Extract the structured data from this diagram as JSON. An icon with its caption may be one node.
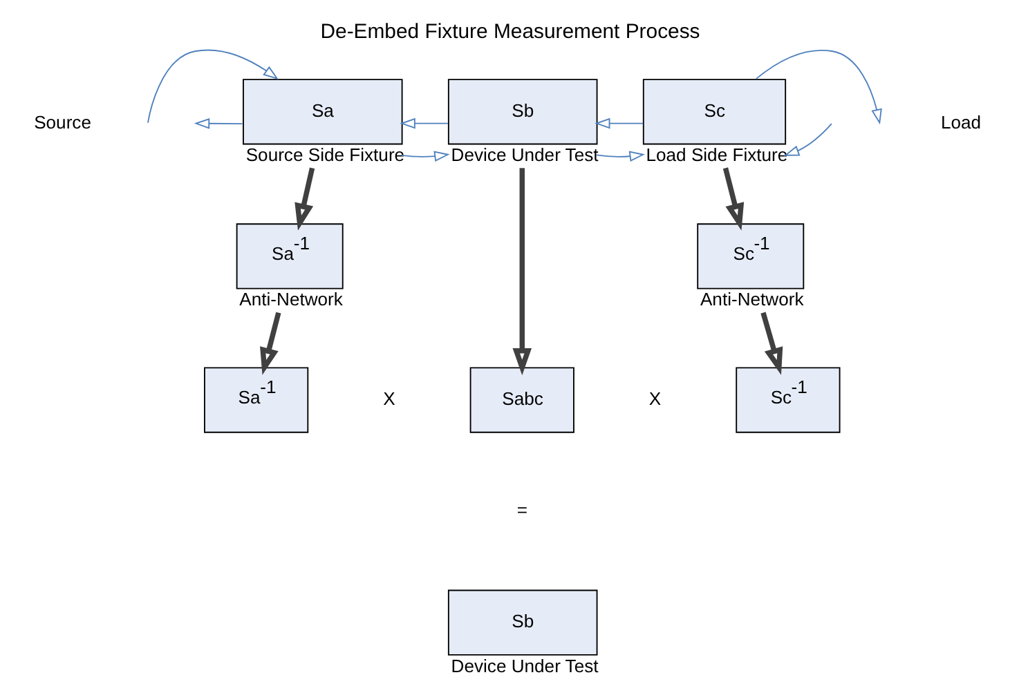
{
  "diagram": {
    "title": "De-Embed Fixture Measurement Process",
    "nodes": [
      {
        "text": [
          "Sa"
        ],
        "beside": [
          "Source Side Fixture"
        ]
      },
      {
        "text": [
          "Sb"
        ],
        "beside": [
          "Device Under Test"
        ]
      },
      {
        "text": [
          "Sc"
        ],
        "beside": [
          "Load Side Fixture"
        ]
      },
      {
        "text": [
          "Sa$^{-1}$"
        ],
        "beside": [
          "Anti-Network"
        ]
      },
      {
        "text": [
          "Sc$^{-1}$"
        ],
        "beside": [
          "Anti-Network"
        ]
      },
      {
        "text": [
          "Sa$^{-1}$"
        ]
      },
      {
        "text": [
          "Sabc"
        ]
      },
      {
        "text": [
          "Sc$^{-1}$"
        ]
      },
      {
        "text": [
          "Sb"
        ],
        "beside": [
          "Device Under Test"
        ]
      }
    ],
    "edges": [
      {
        "from": null,
        "to": 0,
        "arrow": "to"
      },
      {
        "from": 0,
        "to": 1,
        "arrow": "to"
      },
      {
        "from": 1,
        "to": 2,
        "arrow": "to"
      },
      {
        "from": 2,
        "to": null,
        "arrow": "to"
      },
      {
        "from": null,
        "to": 2,
        "arrow": "to"
      },
      {
        "from": 2,
        "to": 1,
        "arrow": "to"
      },
      {
        "from": 1,
        "to": 0,
        "arrow": "to"
      },
      {
        "from": 0,
        "to": null,
        "arrow": "to"
      },
      {
        "from": 0,
        "to": 3,
        "arrow": "to",
        "style": "thick",
        "color": "#404040"
      },
      {
        "from": 2,
        "to": 4,
        "arrow": "to",
        "style": "thick",
        "color": "#404040"
      },
      {
        "from": 1,
        "to": 6,
        "arrow": "to",
        "style": "thick",
        "color": "#404040"
      },
      {
        "from": 3,
        "to": 5,
        "arrow": "to",
        "style": "thick",
        "color": "#404040"
      },
      {
        "from": 4,
        "to": 7,
        "arrow": "to",
        "style": "thick",
        "color": "#404040"
      }
    ],
    "labels": [
      "Source",
      "Load",
      "X",
      "X",
      "="
    ]
  }
}
